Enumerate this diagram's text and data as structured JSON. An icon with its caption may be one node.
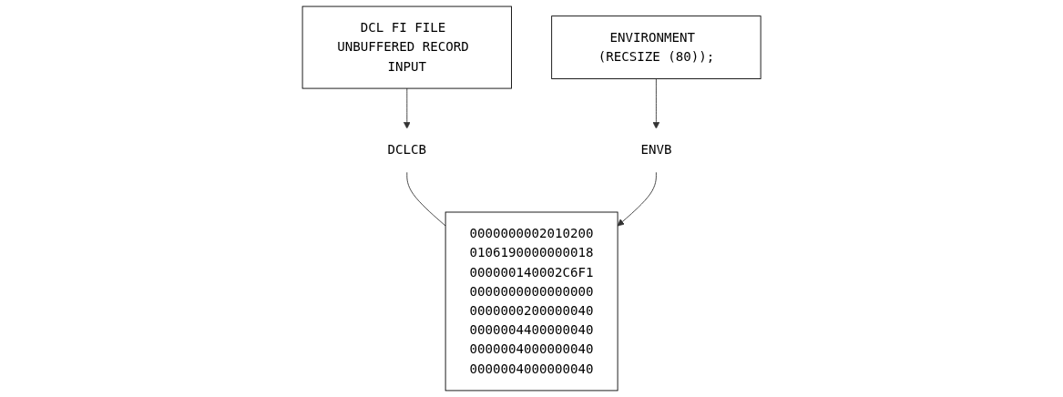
{
  "diagram": {
    "nodes": [
      {
        "text": [
          "DCL FI FILE UNBUFFERED RECORD INPUT"
        ]
      },
      {
        "text": [
          "ENVIRONMENT (RECSIZE (80));"
        ]
      },
      {
        "text": [
          "DCLCB"
        ]
      },
      {
        "text": [
          "0000000002010200",
          "0106190000000018",
          "000000140002C6F1",
          "0000000000000000",
          "0000000200000040",
          "0000004400000040",
          "0000004000000040",
          "0000004000000040"
        ]
      },
      {
        "text": [
          "ENVB"
        ]
      }
    ],
    "edges": [
      {
        "from": 0,
        "to": 2,
        "arrow": "to"
      },
      {
        "from": 2,
        "to": 3,
        "arrow": "none"
      },
      {
        "from": 1,
        "to": 4,
        "arrow": "to"
      },
      {
        "from": 4,
        "to": 3,
        "arrow": "to"
      }
    ]
  }
}
